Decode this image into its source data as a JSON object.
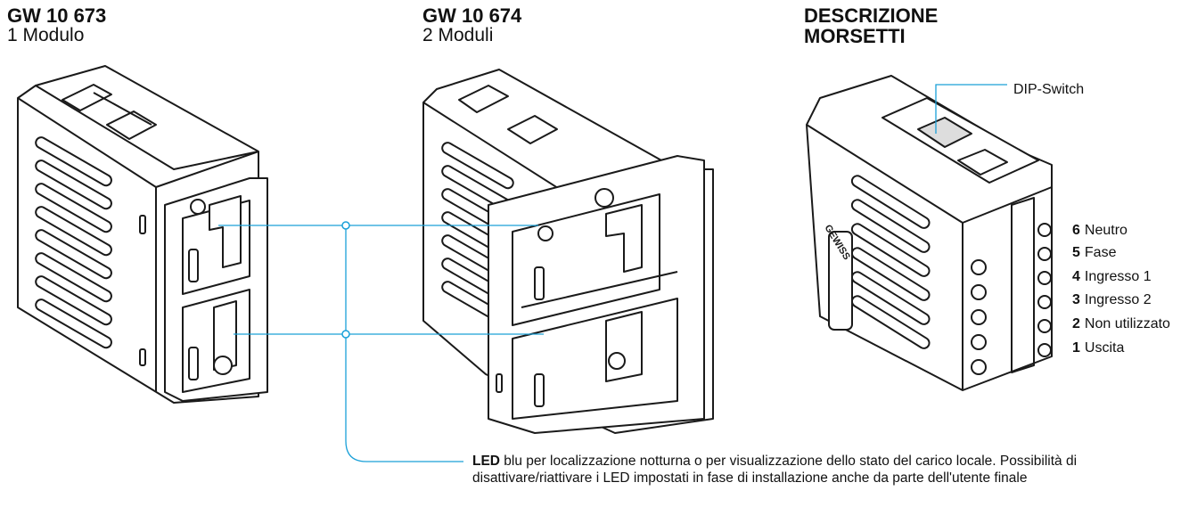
{
  "headers": {
    "product1": {
      "code": "GW 10 673",
      "modules": "1 Modulo"
    },
    "product2": {
      "code": "GW 10 674",
      "modules": "2 Moduli"
    },
    "terminals_title": "DESCRIZIONE MORSETTI"
  },
  "dip_label": "DIP-Switch",
  "terminals": [
    {
      "num": "6",
      "label": "Neutro"
    },
    {
      "num": "5",
      "label": "Fase"
    },
    {
      "num": "4",
      "label": "Ingresso 1"
    },
    {
      "num": "3",
      "label": "Ingresso 2"
    },
    {
      "num": "2",
      "label": "Non utilizzato"
    },
    {
      "num": "1",
      "label": "Uscita"
    }
  ],
  "note": {
    "bold": "LED",
    "text": " blu per localizzazione notturna o per visualizzazione dello stato del carico locale. Possibilità di disattivare/riattivare i LED impostati in fase di installazione anche da parte dell'utente finale"
  },
  "brand_mark": "GEWISS",
  "colors": {
    "callout": "#1aa0d8",
    "outline": "#1a1a1a"
  }
}
